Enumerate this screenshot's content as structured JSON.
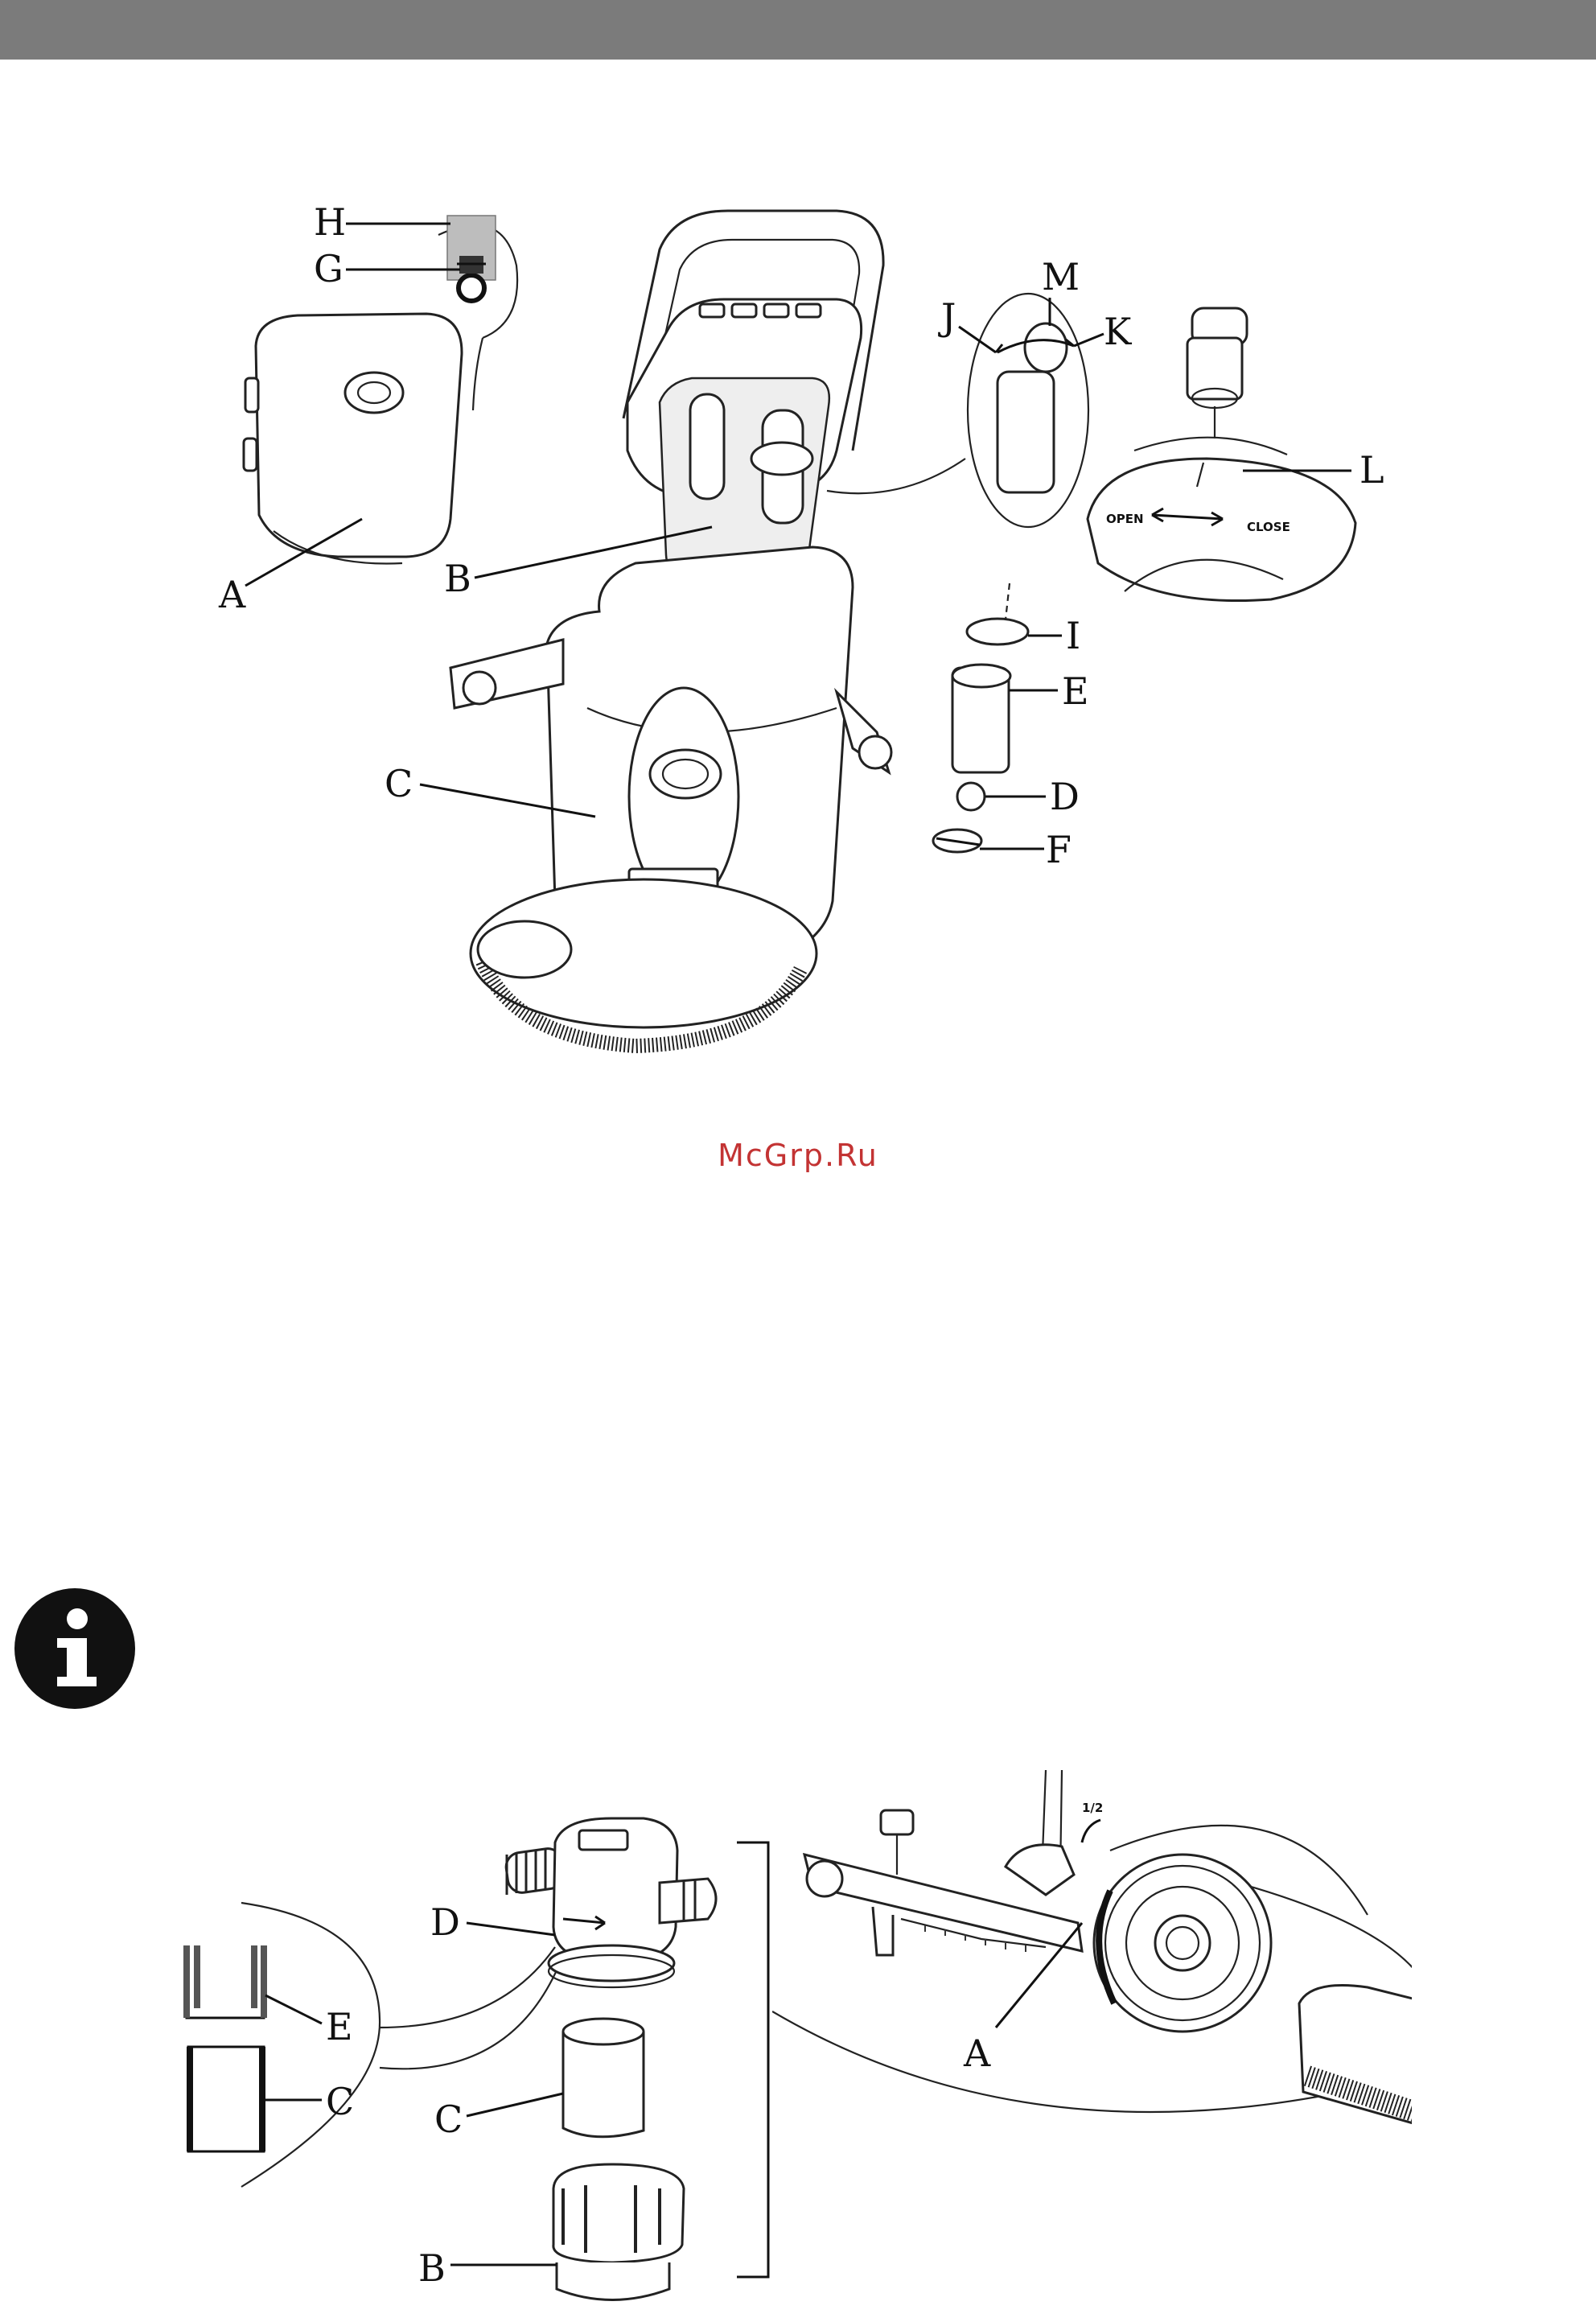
{
  "watermark": "McGrp.Ru",
  "icons": {
    "info": "info-icon"
  },
  "figure_top": {
    "labels": {
      "H": "H",
      "G": "G",
      "A": "A",
      "B": "B",
      "C": "C",
      "M": "M",
      "J": "J",
      "K": "K",
      "L": "L",
      "I": "I",
      "E": "E",
      "D": "D",
      "F": "F"
    },
    "valve_text": {
      "open": "OPEN",
      "close": "CLOSE"
    }
  },
  "figure_bottom_left": {
    "labels": {
      "D": "D",
      "E": "E",
      "C1": "C",
      "C2": "C",
      "B": "B"
    }
  },
  "figure_bottom_right": {
    "labels": {
      "A": "A"
    },
    "fraction": "1/2"
  }
}
